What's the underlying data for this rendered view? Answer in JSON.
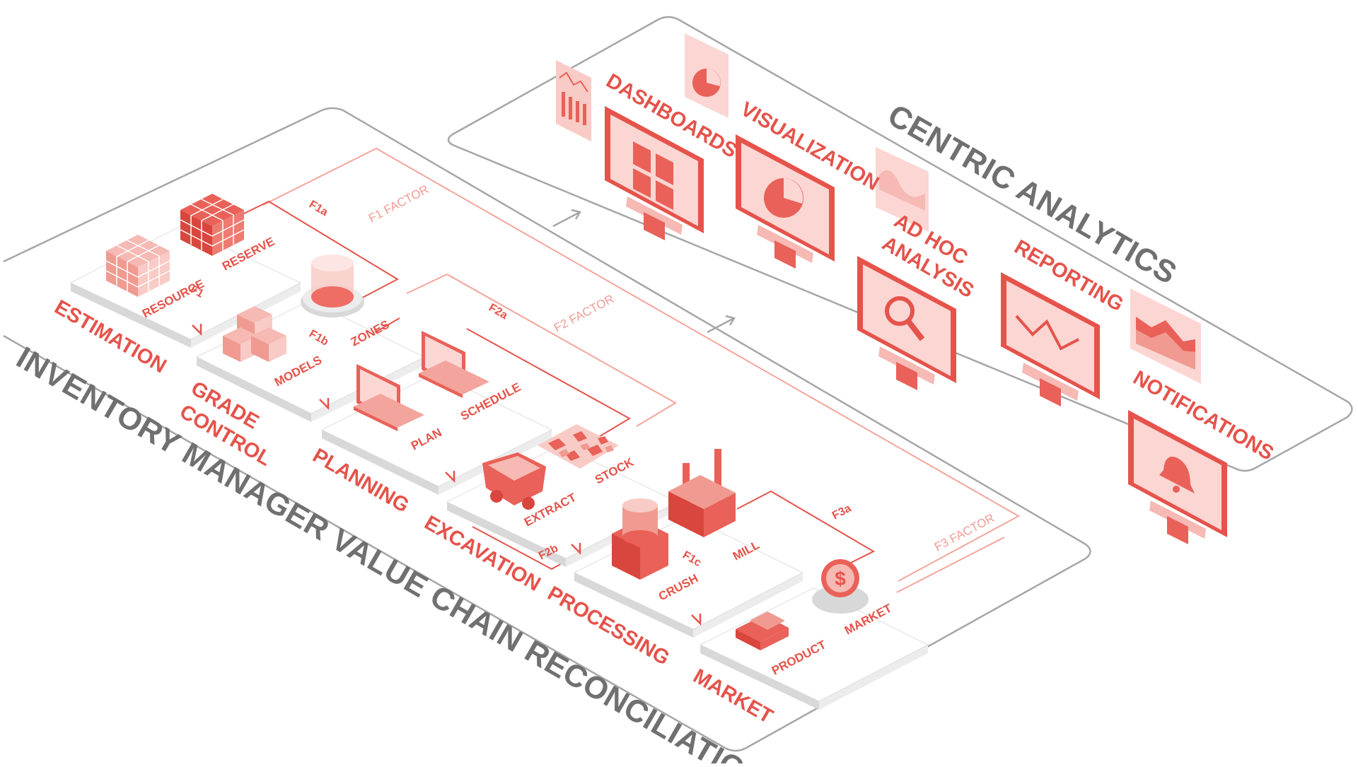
{
  "titles": {
    "inventory": "INVENTORY MANAGER VALUE CHAIN RECONCILIATION",
    "analytics": "CENTRIC ANALYTICS"
  },
  "stages": {
    "estimation": "ESTIMATION",
    "grade_control_1": "GRADE",
    "grade_control_2": "CONTROL",
    "planning": "PLANNING",
    "excavation": "EXCAVATION",
    "processing": "PROCESSING",
    "market": "MARKET"
  },
  "items": {
    "resource": "RESOURCE",
    "reserve": "RESERVE",
    "models": "MODELS",
    "zones": "ZONES",
    "plan": "PLAN",
    "schedule": "SCHEDULE",
    "extract": "EXTRACT",
    "stock": "STOCK",
    "crush": "CRUSH",
    "mill": "MILL",
    "product": "PRODUCT",
    "market_item": "MARKET"
  },
  "factors": {
    "f1": "F1",
    "f1a": "F1a",
    "f1b": "F1b",
    "f1c": "F1c",
    "f2a": "F2a",
    "f2b": "F2b",
    "f3a": "F3a",
    "f1_factor": "F1 FACTOR",
    "f2_factor": "F2 FACTOR",
    "f3_factor": "F3 FACTOR"
  },
  "analytics": {
    "dashboards": "DASHBOARDS",
    "visualization": "VISUALIZATION",
    "adhoc_1": "AD HOC",
    "adhoc_2": "ANALYSIS",
    "reporting": "REPORTING",
    "notifications": "NOTIFICATIONS"
  },
  "icons": {
    "market_symbol": "$"
  },
  "colors": {
    "accent": "#e5534b",
    "accent_light": "#f4a59c",
    "gray_text": "#707070",
    "panel_stroke": "#a6a6a6"
  }
}
